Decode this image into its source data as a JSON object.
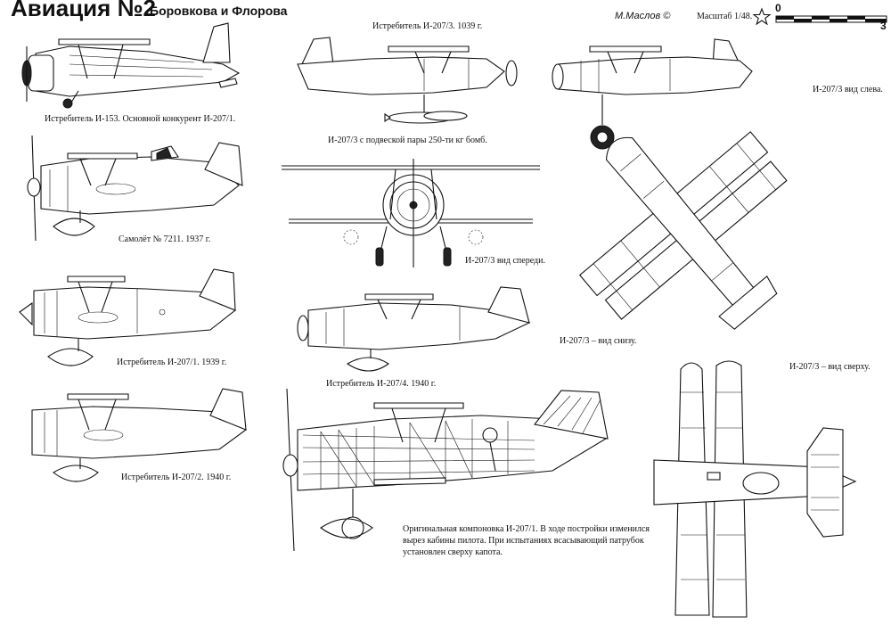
{
  "header": {
    "title": "Авиация №2",
    "subtitle": "Боровкова и Флорова",
    "author": "М.Маслов ©",
    "scale_label": "Масштаб 1/48.",
    "scale_start": "0",
    "scale_end": "3"
  },
  "captions": {
    "i153": "Истребитель И-153. Основной конкурент И-207/1.",
    "plane7211": "Самолёт № 7211. 1937 г.",
    "i207_1": "Истребитель И-207/1. 1939 г.",
    "i207_2": "Истребитель И-207/2. 1940 г.",
    "i207_3_top": "Истребитель И-207/3. 1039 г.",
    "bombs": "И-207/3 с подвеской пары 250-ти кг бомб.",
    "front": "И-207/3 вид спереди.",
    "i207_4": "Истребитель И-207/4. 1940 г.",
    "left": "И-207/3 вид слева.",
    "below": "И-207/3 – вид снизу.",
    "above": "И-207/3 – вид сверху.",
    "layout_1": "Оригинальная компоновка И-207/1. В ходе постройки изменился",
    "layout_2": "вырез кабины пилота. При испытаниях всасывающий патрубок",
    "layout_3": "установлен сверху капота."
  }
}
